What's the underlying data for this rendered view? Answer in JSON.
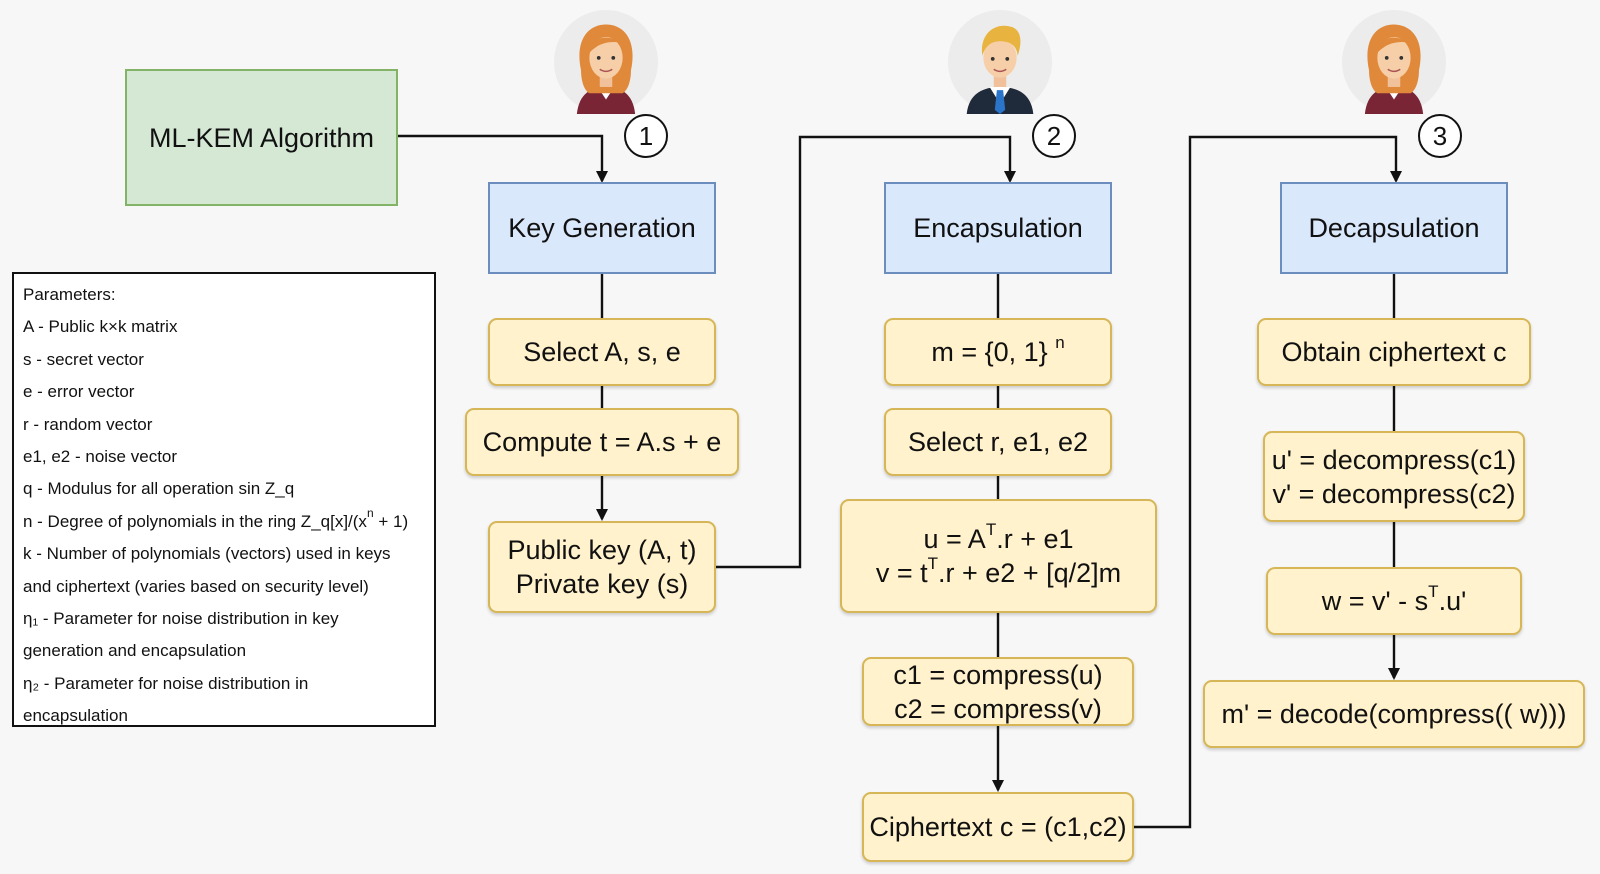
{
  "algorithm": "ML-KEM Algorithm",
  "steps": [
    {
      "number": "1",
      "title": "Key Generation",
      "avatar": "woman-avatar-icon"
    },
    {
      "number": "2",
      "title": "Encapsulation",
      "avatar": "man-avatar-icon"
    },
    {
      "number": "3",
      "title": "Decapsulation",
      "avatar": "woman-avatar-icon"
    }
  ],
  "keygen": {
    "select": "Select A, s, e",
    "compute": "Compute t = A.s + e",
    "public_key": "Public key (A, t)",
    "private_key": "Private key (s)"
  },
  "encaps": {
    "m_base": "m = {0, 1}",
    "m_exp": "n",
    "select": "Select r, e1, e2",
    "u_a": "u = A",
    "u_exp": "T",
    "u_b": ".r + e1",
    "v_a": "v = t",
    "v_exp": "T",
    "v_b": ".r + e2 + [q/2]m",
    "c1": "c1 = compress(u)",
    "c2": "c2 = compress(v)",
    "ciphertext": "Ciphertext c = (c1,c2)"
  },
  "decaps": {
    "obtain": "Obtain ciphertext c",
    "u_prime": "u' = decompress(c1)",
    "v_prime": "v' = decompress(c2)",
    "w_a": "w = v' - s",
    "w_exp": "T",
    "w_b": ".u'",
    "m_prime": "m' = decode(compress(( w)))"
  },
  "parameters": {
    "title": "Parameters:",
    "lines": [
      "A - Public k×k matrix",
      "s - secret vector",
      "e - error vector",
      "r - random vector",
      "e1, e2 - noise vector",
      "q - Modulus for all operation sin Z_q",
      "n - Degree of polynomials in the ring Z_q[x]/(x",
      "k - Number of polynomials (vectors) used in keys",
      "and ciphertext (varies based on security level)",
      "η₁ - Parameter for noise distribution in key",
      "generation and encapsulation",
      "η₂ - Parameter for noise distribution in",
      "encapsulation"
    ],
    "n_exp": "n",
    "n_tail": " + 1)"
  },
  "colors": {
    "green_fill": "#d5e8d4",
    "green_stroke": "#82b366",
    "blue_fill": "#dae8fc",
    "blue_stroke": "#6c8ebf",
    "yellow_fill": "#fff2cc",
    "yellow_stroke": "#d6b656"
  }
}
